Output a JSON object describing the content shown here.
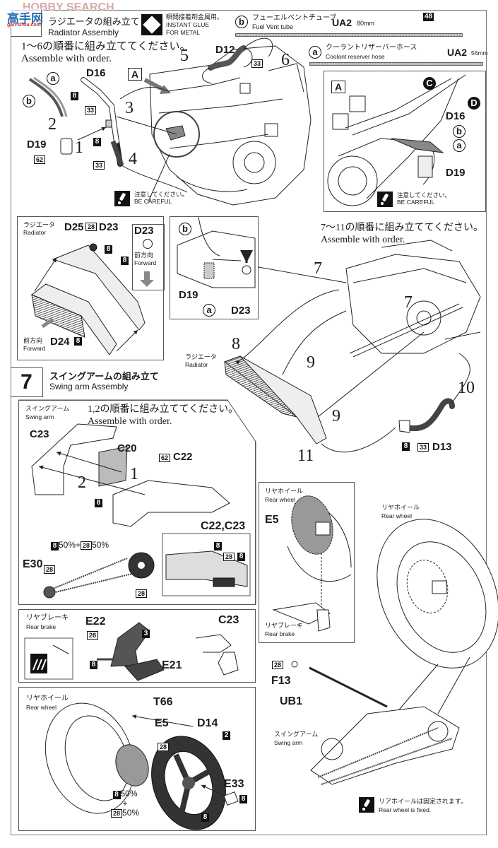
{
  "watermark": {
    "site_cn": "高手网",
    "site": "HOBBY SEARCH",
    "url": "gan-shou.com"
  },
  "step6": {
    "title_jp": "ラジエータの組み立て",
    "title_en": "Radiator Assembly",
    "glue_note_jp": "瞬間接着剤金属用。",
    "glue_note_en_1": "INSTANT GLUE",
    "glue_note_en_2": "FOR METAL",
    "order_jp": "1〜6の順番に組み立ててください。",
    "order_en": "Assemble with order.",
    "hoses": [
      {
        "id": "b",
        "name_jp": "フューエルベントチューブ",
        "name_en": "Fuel Vent tube",
        "part": "UA2",
        "length": "80mm",
        "paint": "48"
      },
      {
        "id": "a",
        "name_jp": "クーラントリザーバーホース",
        "name_en": "Coolant reserver hose",
        "part": "UA2",
        "length": "56mm"
      }
    ],
    "labels": {
      "a": "a",
      "b": "b",
      "D16": "D16",
      "D19": "D19",
      "D12": "D12",
      "A": "A",
      "p8": "8",
      "p33": "33",
      "p62": "62"
    },
    "steps": [
      "1",
      "2",
      "3",
      "4",
      "5",
      "6"
    ],
    "caution_jp": "注意してください。",
    "caution_en": "BE CAREFUL",
    "detail_A": {
      "label": "A",
      "C": "C",
      "D": "D",
      "D16": "D16",
      "b": "b",
      "a": "a",
      "D19": "D19",
      "caution_jp": "注意してください。",
      "caution_en": "BE CAREFUL"
    },
    "radiator_inset": {
      "title_jp": "ラジエータ",
      "title_en": "Radiator",
      "D25": "D25",
      "p28": "28",
      "D23": "D23",
      "p8": "8",
      "D24": "D24",
      "forward_jp": "前方向",
      "forward_en": "Forward",
      "callout_part": "D23",
      "callout_jp": "前方向",
      "callout_en": "Forward"
    },
    "d19_inset": {
      "b": "b",
      "D19": "D19",
      "a": "a",
      "D23": "D23"
    },
    "order2_jp": "7〜11の順番に組み立ててください。",
    "order2_en": "Assemble with order.",
    "radiator_label_jp": "ラジエータ",
    "radiator_label_en": "Radiator",
    "steps2": [
      "7",
      "7",
      "8",
      "9",
      "9",
      "10",
      "11"
    ],
    "D13": {
      "part": "D13",
      "p8": "8",
      "p33": "33"
    }
  },
  "step7": {
    "number": "7",
    "title_jp": "スイングアームの組み立て",
    "title_en": "Swing arm Assembly",
    "swingarm": {
      "title_jp": "スイングアーム",
      "title_en": "Swing arm",
      "order_jp": "1,2の順番に組み立ててください。",
      "order_en": "Assemble with order.",
      "C23": "C23",
      "C20": "C20",
      "C22": "C22",
      "p62": "62",
      "p8": "8",
      "steps": [
        "1",
        "2"
      ],
      "chain_paint": {
        "a": "8",
        "a_pct": "50%",
        "plus": "+",
        "b": "28",
        "b_pct": "50%"
      },
      "E30": "E30",
      "E30_paint": "28",
      "sprocket_paint": "28",
      "inset_title": "C22,C23",
      "inset_paints": [
        "8",
        "28",
        "8"
      ]
    },
    "rear_brake": {
      "title_jp": "リヤブレーキ",
      "title_en": "Rear brake",
      "E22": "E22",
      "p28": "28",
      "p3": "3",
      "E21": "E21",
      "p8": "8",
      "C23": "C23"
    },
    "rear_wheel": {
      "title_jp": "リヤホイール",
      "title_en": "Rear wheel",
      "T66": "T66",
      "E5": "E5",
      "D14": "D14",
      "p2": "2",
      "p28": "28",
      "E33": "E33",
      "p8a": "8",
      "p8b": "8",
      "mix": {
        "a": "8",
        "a_pct": "50%",
        "plus": "+",
        "b": "28",
        "b_pct": "50%"
      }
    },
    "install": {
      "rw_inset_title_jp": "リヤホイール",
      "rw_inset_title_en": "Rear wheel",
      "E5": "E5",
      "brake_jp": "リヤブレーキ",
      "brake_en": "Rear brake",
      "rw_title_jp": "リヤホイール",
      "rw_title_en": "Rear wheel",
      "p28": "28",
      "F13": "F13",
      "UB1": "UB1",
      "swingarm_jp": "スイングアーム",
      "swingarm_en": "Swing arm",
      "note_jp": "リアホイールは固定されます。",
      "note_en": "Rear wheel is fixed."
    }
  }
}
